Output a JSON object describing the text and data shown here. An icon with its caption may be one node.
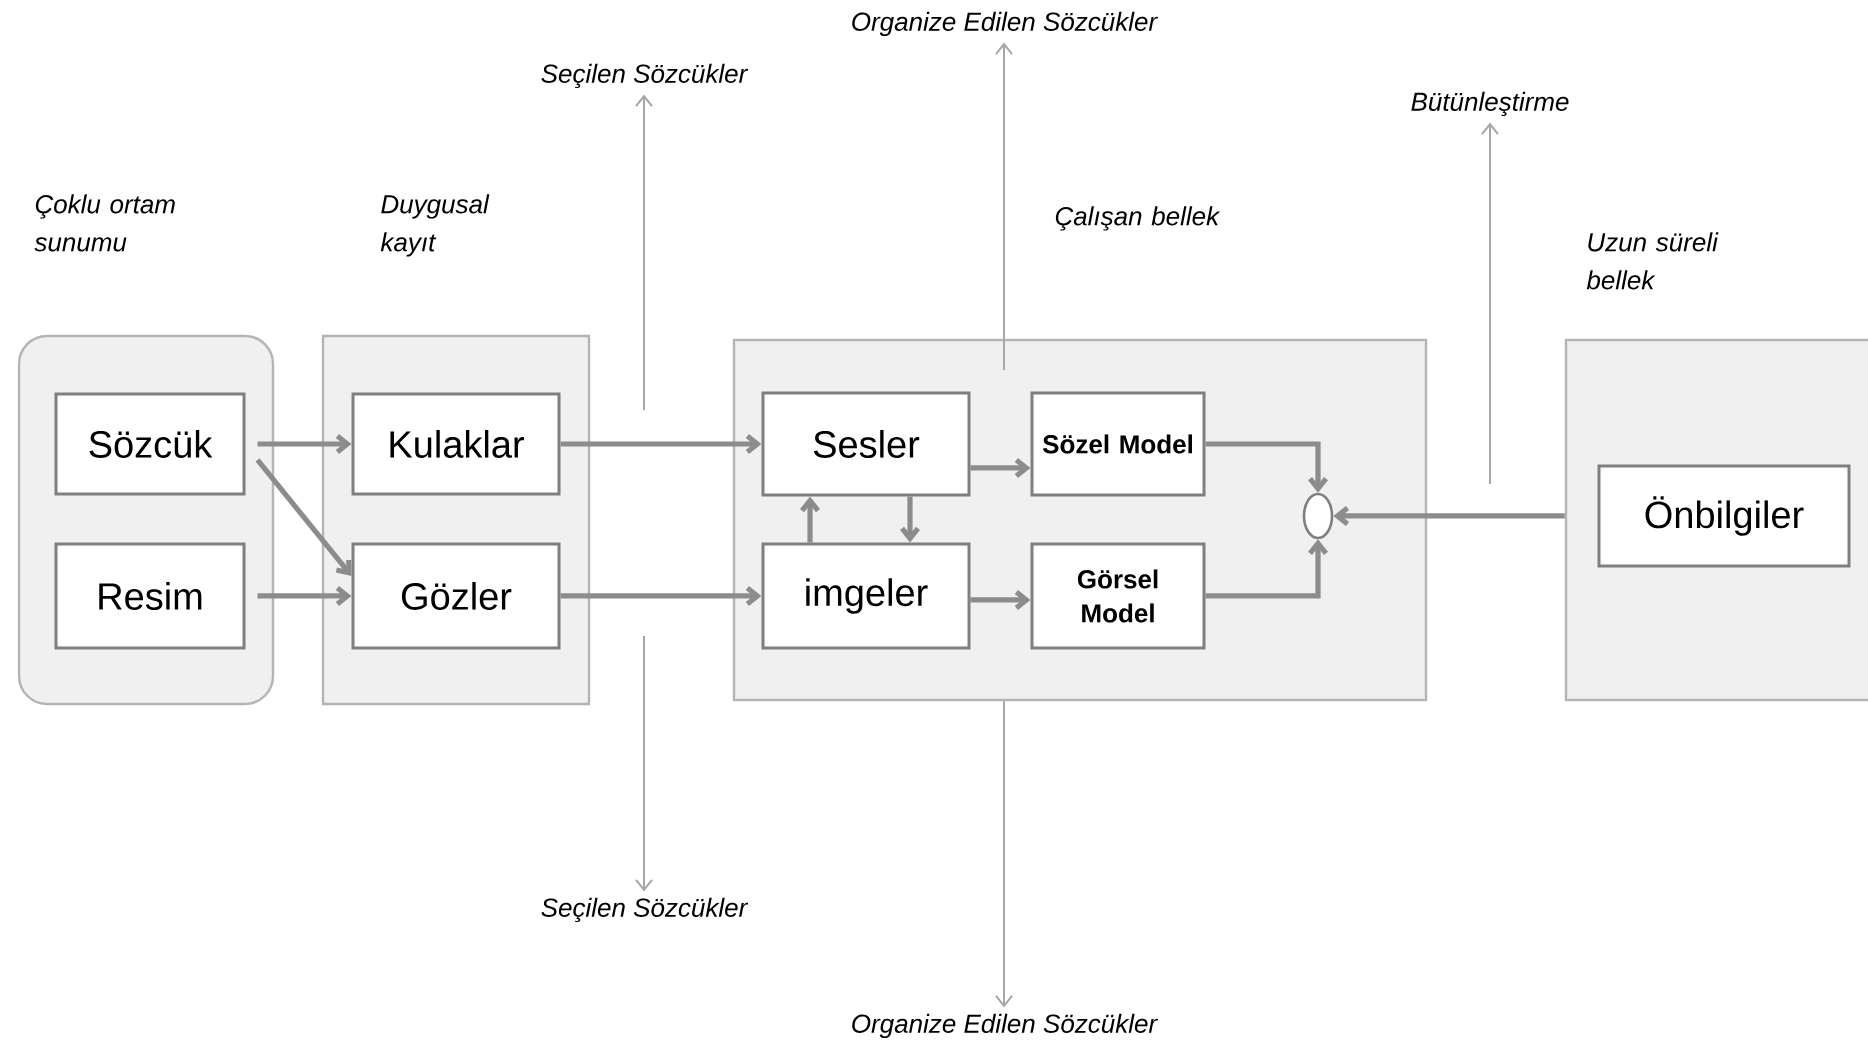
{
  "diagram": {
    "nodes": [
      {
        "text": [
          "Çoklu ortam sunumu"
        ]
      },
      {
        "text": [
          "Sözcük"
        ],
        "in": 0
      },
      {
        "text": [
          "Resim"
        ],
        "in": 0
      },
      {
        "text": [
          "Duygusal kayıt"
        ]
      },
      {
        "text": [
          "Kulaklar"
        ],
        "in": 3
      },
      {
        "text": [
          "Gözler"
        ],
        "in": 3
      },
      {
        "text": [
          "Çalışan bellek"
        ]
      },
      {
        "text": [
          "Sesler"
        ],
        "in": 6
      },
      {
        "text": [
          "imgeler"
        ],
        "in": 6
      },
      {
        "text": [
          "Sözel Model"
        ],
        "in": 6
      },
      {
        "text": [
          "Görsel Model"
        ],
        "in": 6
      },
      {
        "text": [],
        "shape": "circle",
        "in": 6
      },
      {
        "text": [
          "Uzun süreli bellek"
        ]
      },
      {
        "text": [
          "Önbilgiler"
        ],
        "in": 12
      },
      {
        "text": [
          "Seçilen Sözcükler"
        ]
      },
      {
        "text": [
          "Organize Edilen Sözcükler"
        ]
      },
      {
        "text": [
          "Bütünleştirme"
        ]
      },
      {
        "text": [
          "Seçilen Sözcükler"
        ]
      },
      {
        "text": [
          "Organize Edilen Sözcükler"
        ]
      }
    ],
    "edges": [
      {
        "from": 1,
        "to": 4,
        "arrow": "to"
      },
      {
        "from": 1,
        "to": 5,
        "arrow": "to"
      },
      {
        "from": 2,
        "to": 5,
        "arrow": "to"
      },
      {
        "from": 4,
        "to": 7,
        "arrow": "to"
      },
      {
        "from": 5,
        "to": 8,
        "arrow": "to"
      },
      {
        "from": 8,
        "to": 7,
        "arrow": "to"
      },
      {
        "from": 7,
        "to": 8,
        "arrow": "to"
      },
      {
        "from": 7,
        "to": 9,
        "arrow": "to"
      },
      {
        "from": 8,
        "to": 10,
        "arrow": "to"
      },
      {
        "from": 9,
        "to": 11,
        "arrow": "to"
      },
      {
        "from": 10,
        "to": 11,
        "arrow": "to"
      },
      {
        "from": 12,
        "to": 11,
        "arrow": "to"
      },
      {
        "from": null,
        "to": 14,
        "arrow": "to",
        "color": "#a6a6a6"
      },
      {
        "from": null,
        "to": 15,
        "arrow": "to",
        "color": "#a6a6a6"
      },
      {
        "from": null,
        "to": 16,
        "arrow": "to",
        "color": "#a6a6a6"
      },
      {
        "from": null,
        "to": 17,
        "arrow": "to",
        "color": "#a6a6a6"
      },
      {
        "from": 6,
        "to": 18,
        "arrow": "to",
        "color": "#a6a6a6"
      }
    ]
  }
}
